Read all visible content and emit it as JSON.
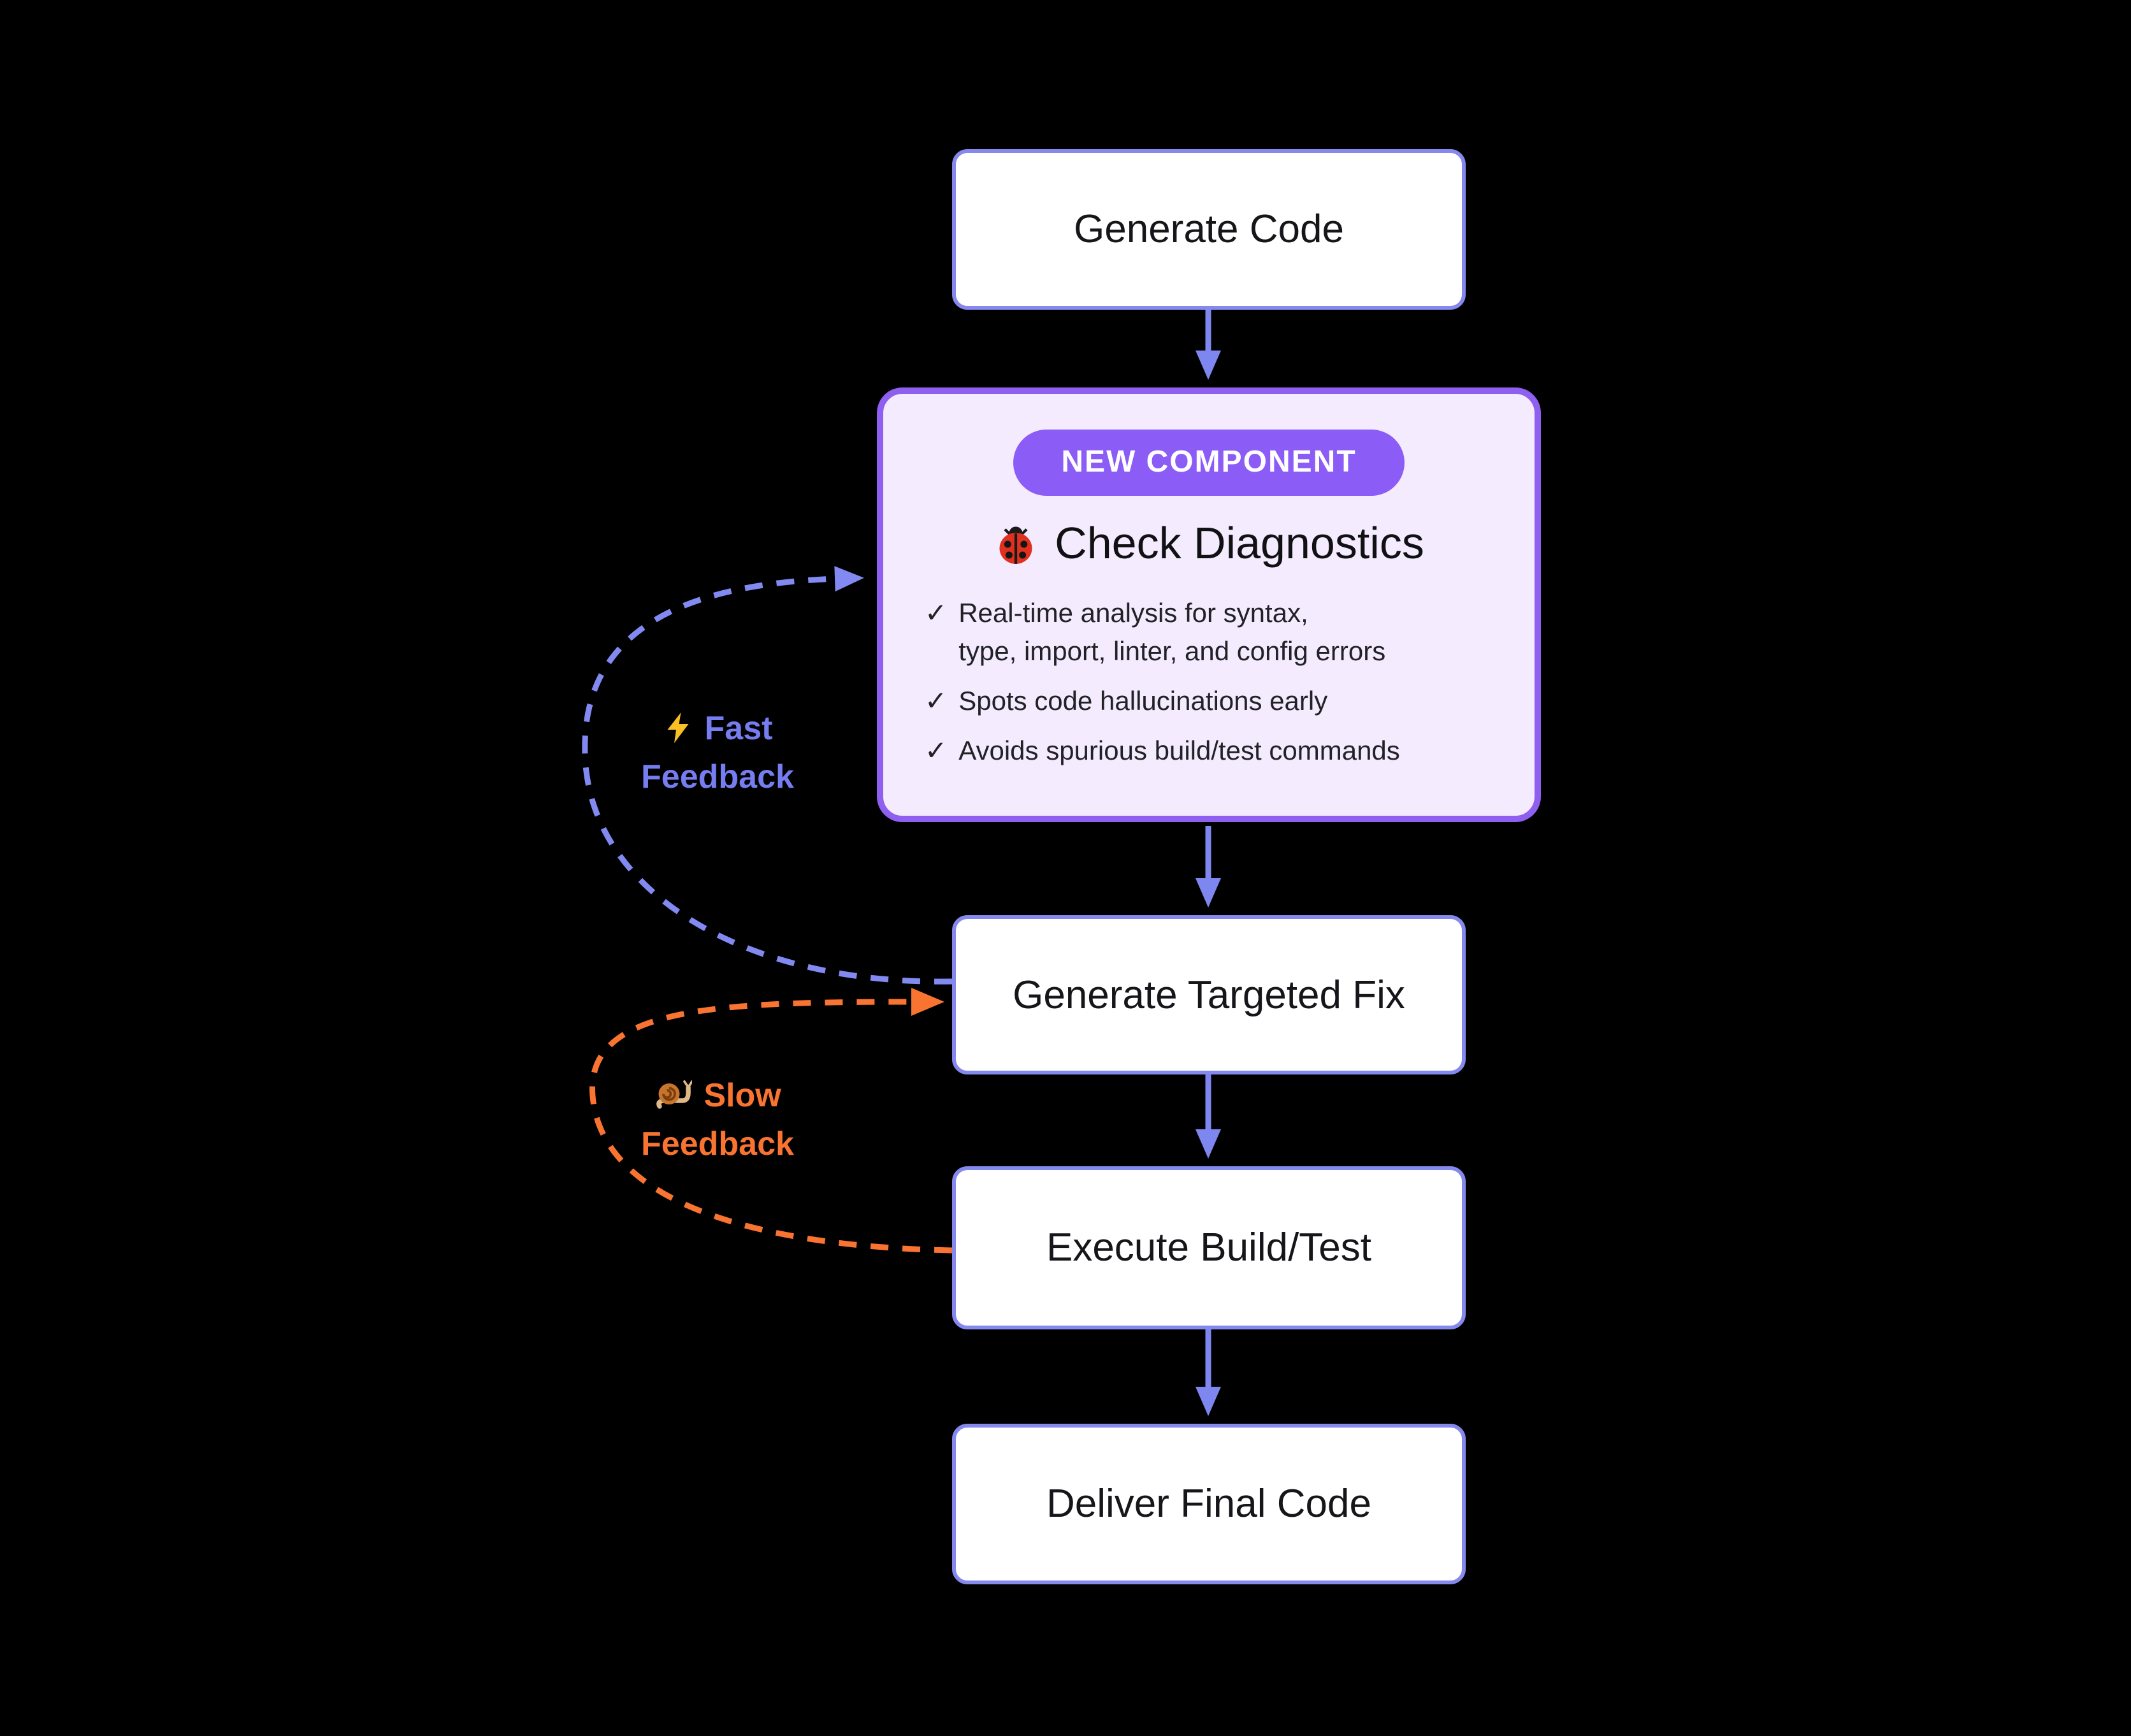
{
  "diagram": {
    "background": "#000000",
    "flow_color": "#7e86ef",
    "fast_color": "#8289f0",
    "slow_color": "#f97430",
    "nodes": {
      "generate_code": {
        "label": "Generate Code"
      },
      "check_diagnostics": {
        "badge": "NEW COMPONENT",
        "icon": "ladybug",
        "title": "Check Diagnostics",
        "check_glyph": "✓",
        "items": [
          {
            "lines": {
              "0": "Real-time analysis for syntax,",
              "1": "type, import, linter, and config errors"
            }
          },
          {
            "lines": {
              "0": "Spots code hallucinations early",
              "1": ""
            }
          },
          {
            "lines": {
              "0": "Avoids spurious build/test commands",
              "1": ""
            }
          }
        ]
      },
      "generate_targeted_fix": {
        "label": "Generate Targeted Fix"
      },
      "execute_build_test": {
        "label": "Execute Build/Test"
      },
      "deliver_final_code": {
        "label": "Deliver Final Code"
      }
    },
    "loops": {
      "fast": {
        "icon": "lightning",
        "line1": "Fast",
        "line2": "Feedback",
        "color": "#767df0"
      },
      "slow": {
        "icon": "snail",
        "line1": "Slow",
        "line2": "Feedback",
        "color": "#f97430"
      }
    }
  }
}
